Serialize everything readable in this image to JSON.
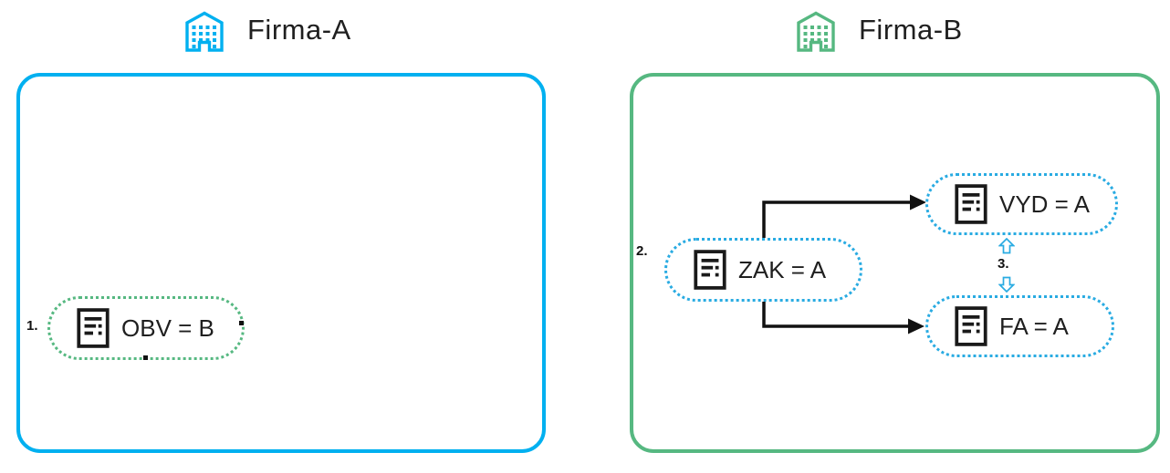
{
  "diagram": {
    "type": "two-company document flow diagram",
    "colors": {
      "cyan_accent": "#00b0f0",
      "green_accent": "#56b881",
      "arrow_black": "#111111",
      "text": "#1f1f1f"
    },
    "companies": [
      {
        "name": "Firma-A",
        "accent": "#00b0f0",
        "box_border": "solid cyan rounded"
      },
      {
        "name": "Firma-B",
        "accent": "#56b881",
        "box_border": "solid green rounded"
      }
    ],
    "nodes": [
      {
        "id": "obv",
        "label": "OBV = B",
        "company": "Firma-A",
        "border_color": "#56b881",
        "border_style": "dotted",
        "icon": "document-icon",
        "step": "1."
      },
      {
        "id": "zak",
        "label": "ZAK = A",
        "company": "Firma-B",
        "border_color": "#29abe2",
        "border_style": "dotted",
        "icon": "document-icon",
        "step": "2."
      },
      {
        "id": "vyd",
        "label": "VYD = A",
        "company": "Firma-B",
        "border_color": "#29abe2",
        "border_style": "dotted",
        "icon": "document-icon"
      },
      {
        "id": "fa",
        "label": "FA = A",
        "company": "Firma-B",
        "border_color": "#29abe2",
        "border_style": "dotted",
        "icon": "document-icon"
      }
    ],
    "steps": [
      {
        "label": "1."
      },
      {
        "label": "2."
      },
      {
        "label": "3."
      }
    ],
    "connections": [
      {
        "from": "zak",
        "to": "vyd",
        "style": "black elbow arrow, solid head"
      },
      {
        "from": "zak",
        "to": "fa",
        "style": "black elbow arrow, solid head"
      },
      {
        "between": [
          "vyd",
          "fa"
        ],
        "style": "cyan hollow block arrows up and down",
        "label": "3."
      }
    ]
  }
}
